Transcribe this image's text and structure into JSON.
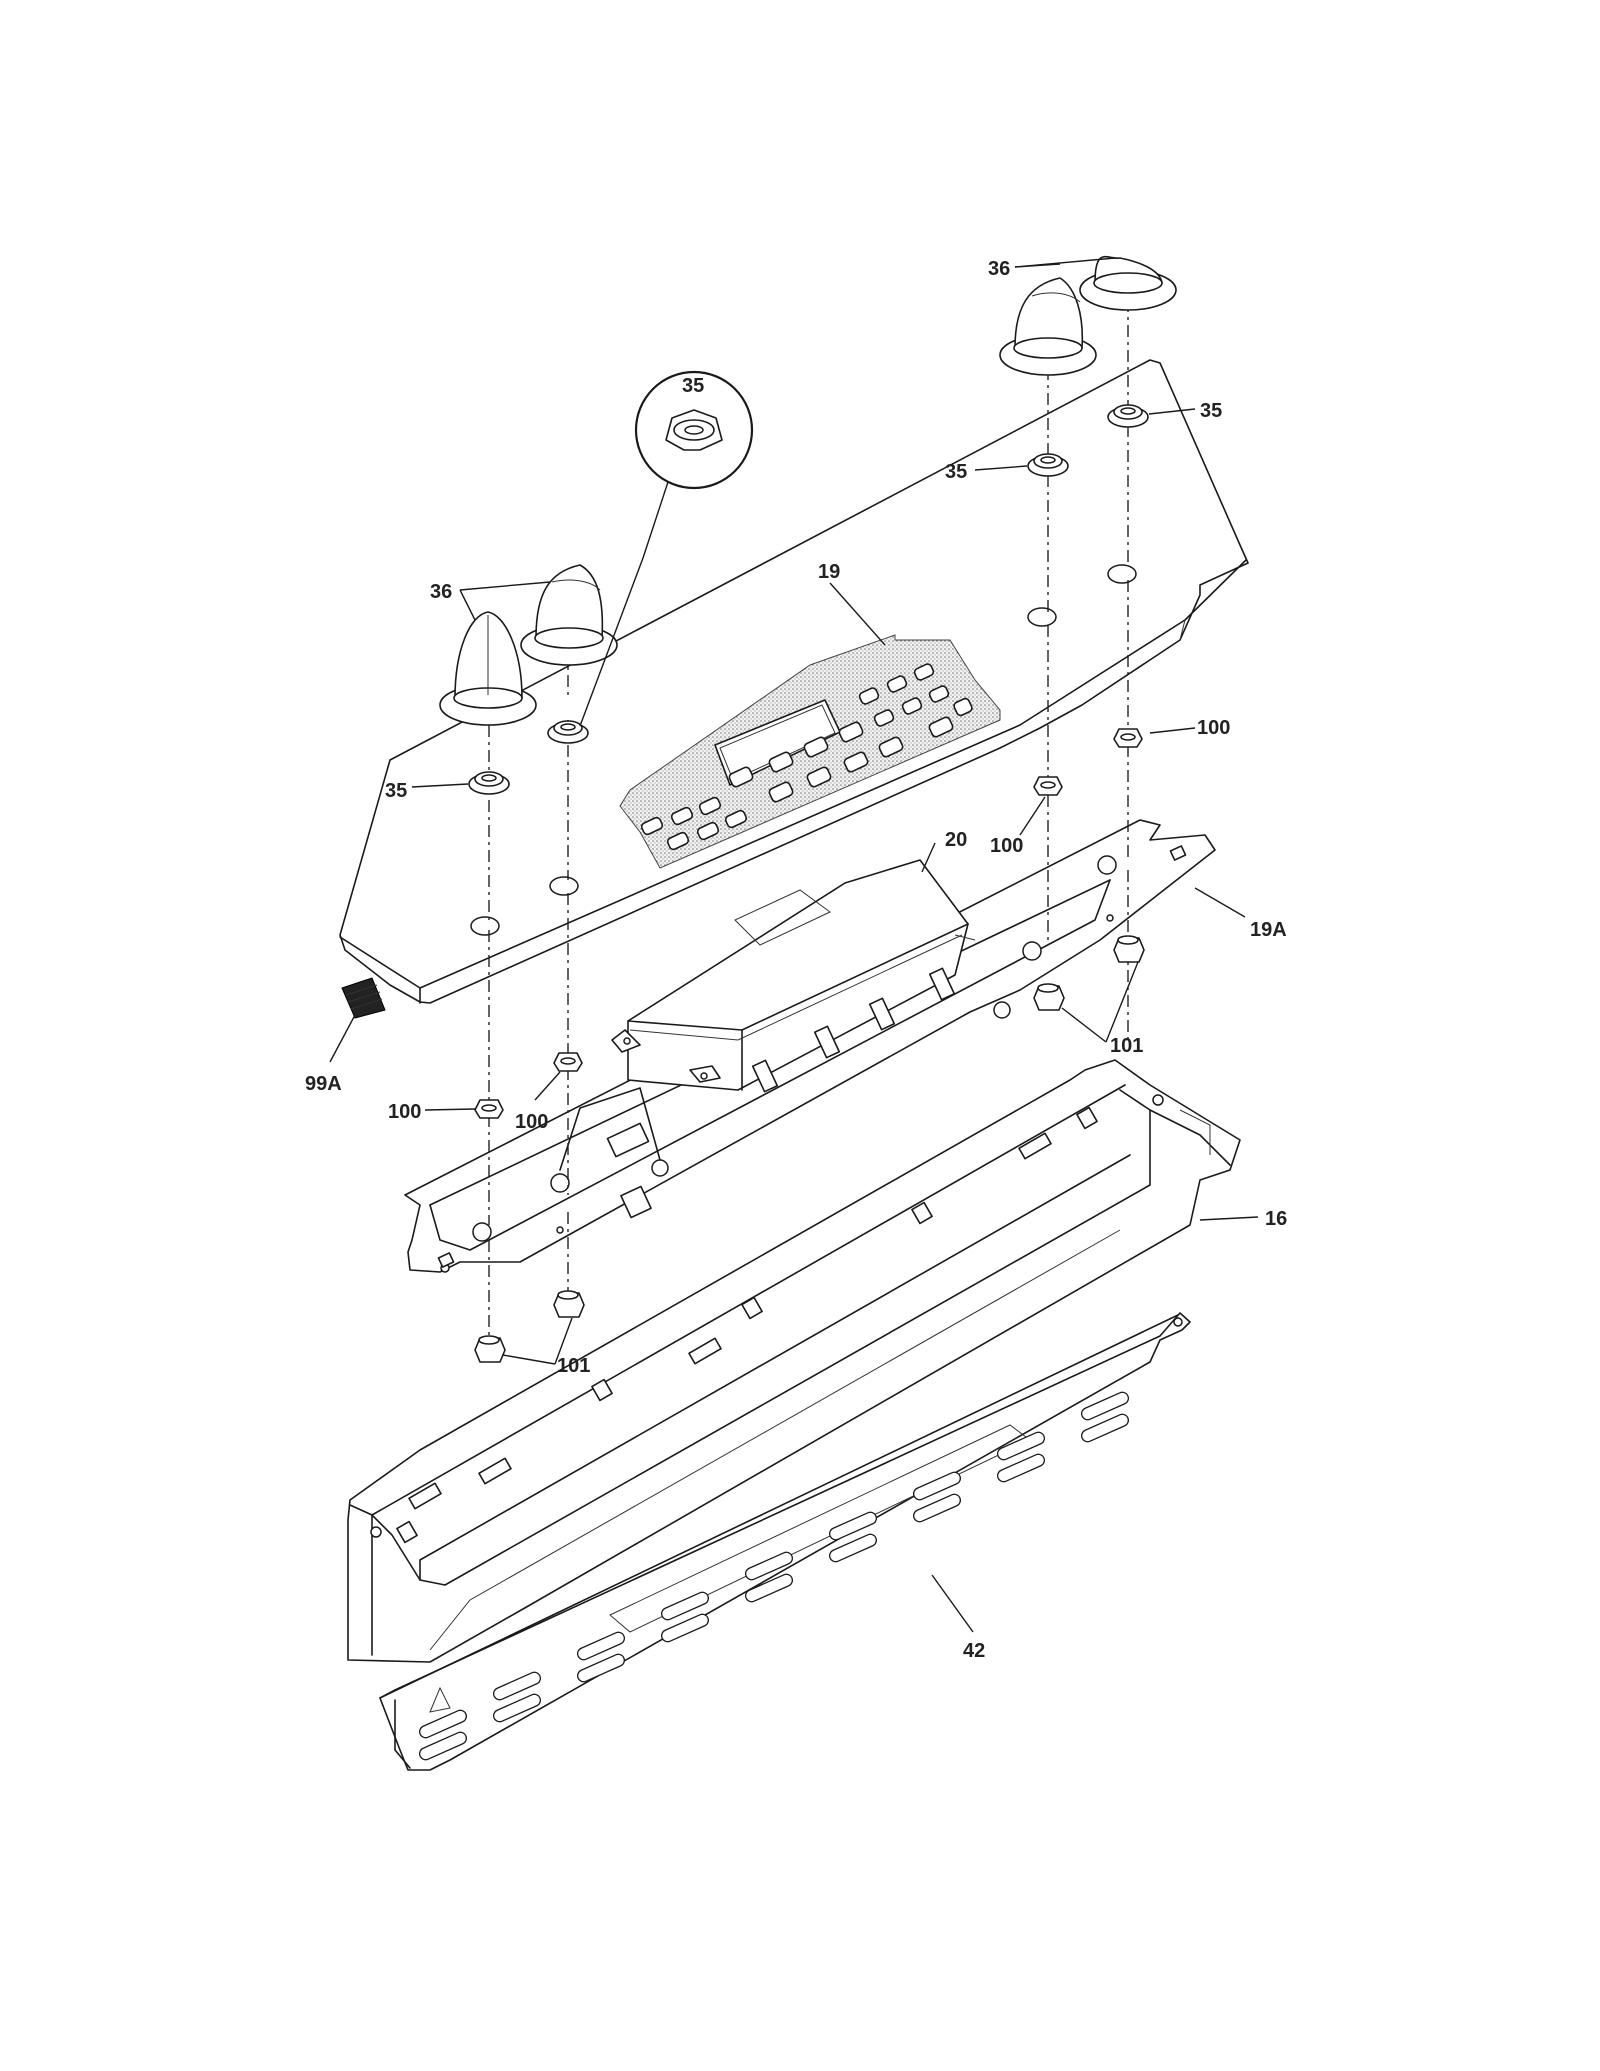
{
  "labels": {
    "knob_top": "36",
    "knob_left": "36",
    "nut_top_right": "35",
    "nut_top_mid": "35",
    "nut_detail": "35",
    "nut_left": "35",
    "panel": "19",
    "control": "20",
    "panel_bracket": "19A",
    "nut100_right": "100",
    "nut100_mid": "100",
    "nut100_left": "100",
    "nut100_left2": "100",
    "nut101_right": "101",
    "nut101_left": "101",
    "ribbon": "99A",
    "frame": "16",
    "vent": "42"
  }
}
